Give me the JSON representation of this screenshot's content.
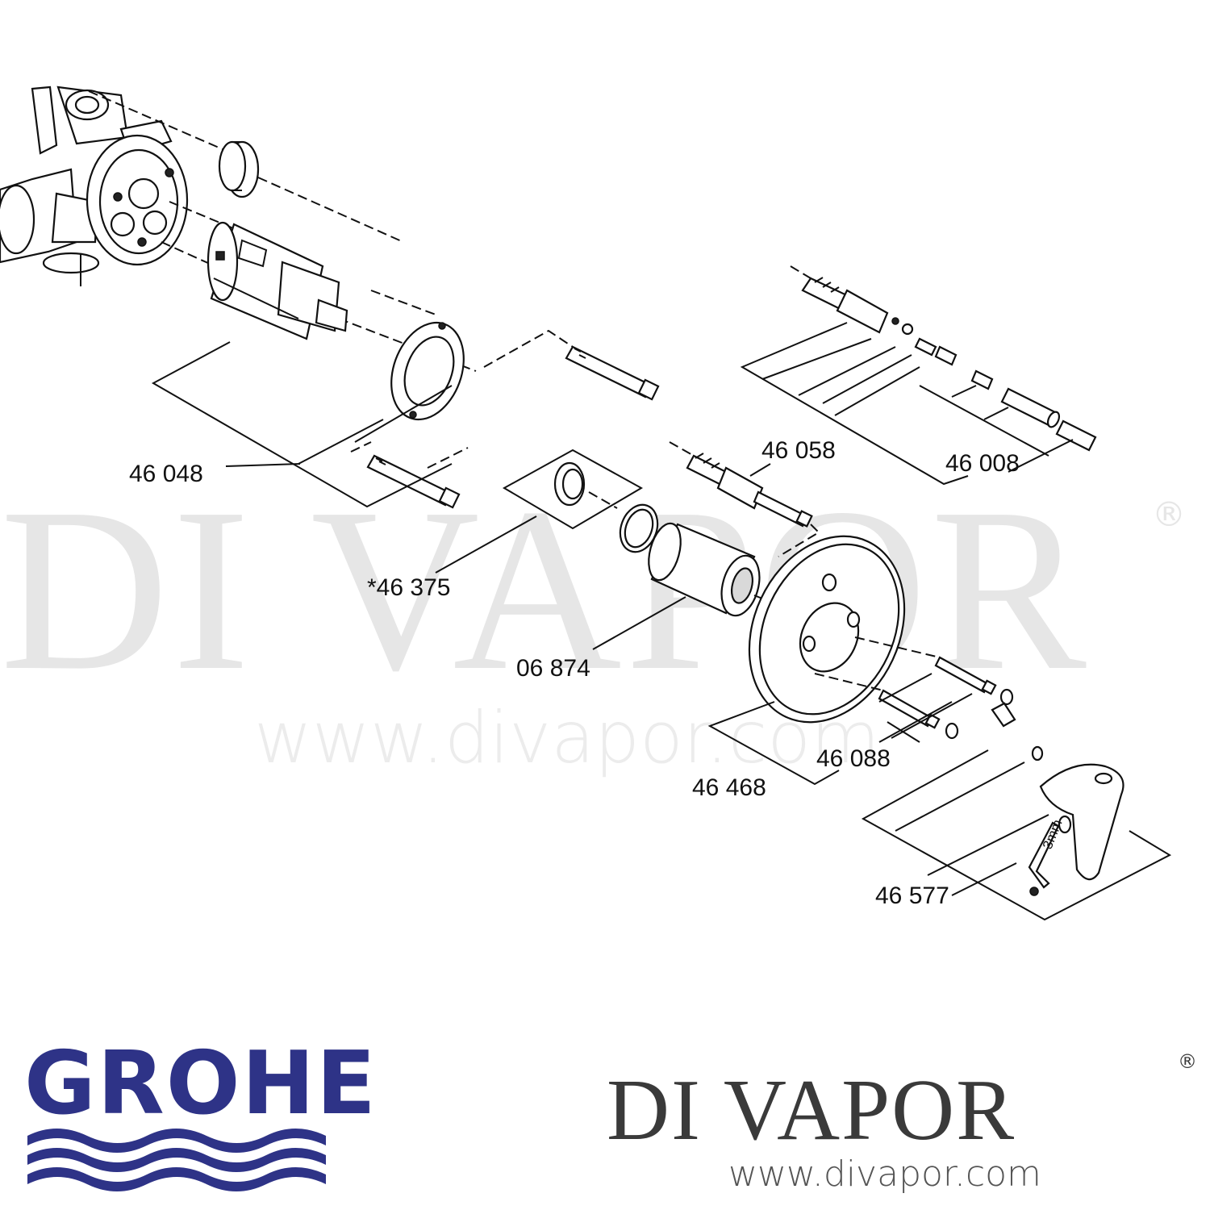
{
  "watermark": {
    "text": "DI VAPOR",
    "registered": "®",
    "url": "www.divapor.com"
  },
  "parts": [
    {
      "id": "p-46048",
      "number": "46 048"
    },
    {
      "id": "p-46058",
      "number": "46 058"
    },
    {
      "id": "p-46008",
      "number": "46 008"
    },
    {
      "id": "p-46375",
      "number": "*46 375"
    },
    {
      "id": "p-06874",
      "number": "06 874"
    },
    {
      "id": "p-46088",
      "number": "46 088"
    },
    {
      "id": "p-46468",
      "number": "46 468"
    },
    {
      "id": "p-46577",
      "number": "46 577"
    }
  ],
  "tool_label": "3mm",
  "branding": {
    "grohe_logo": "GROHE",
    "divapor_logo": "DI VAPOR",
    "divapor_registered": "®",
    "divapor_url": "www.divapor.com"
  },
  "colors": {
    "grohe_blue": "#2e3387",
    "divapor_grey": "#3a3a3a",
    "watermark": "#e6e6e6"
  }
}
